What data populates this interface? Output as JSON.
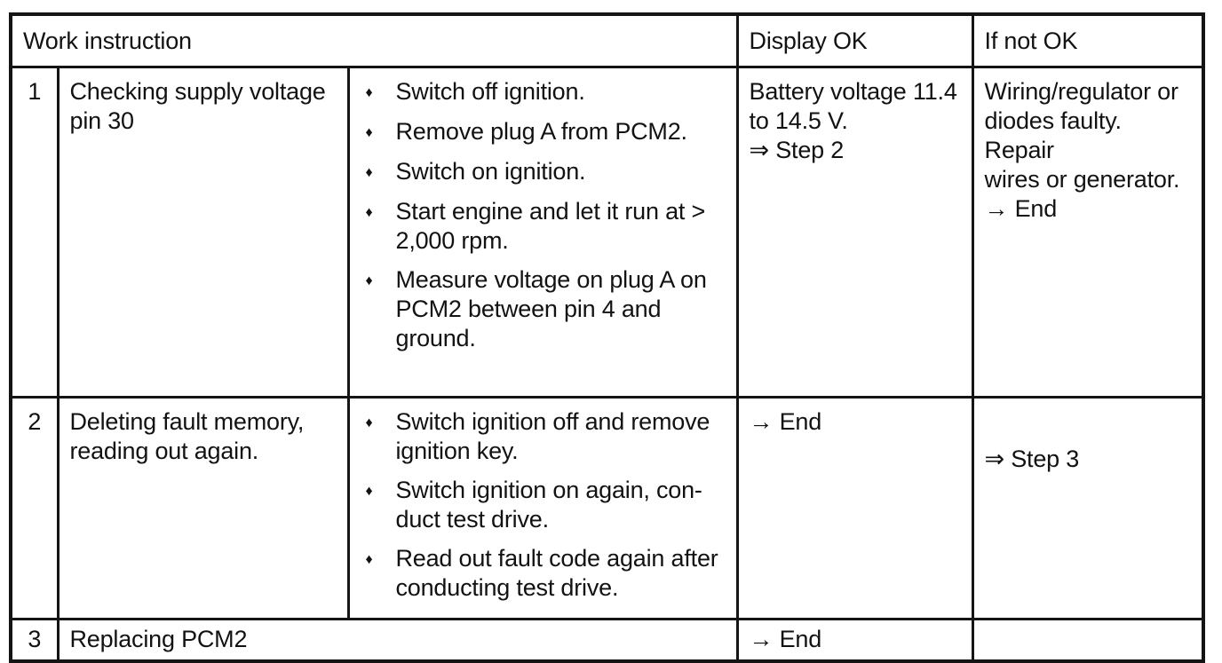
{
  "document": {
    "bullet_glyph": "♦",
    "headers": {
      "work_instruction": "Work instruction",
      "display_ok": "Display OK",
      "if_not_ok": "If not OK"
    },
    "rows": [
      {
        "num": "1",
        "title": "Checking supply voltage\npin 30",
        "steps": [
          "Switch off ignition.",
          "Remove plug A from PCM2.",
          "Switch on ignition.",
          "Start engine and let it run at >\n2,000 rpm.",
          "Measure voltage on plug A on\nPCM2 between pin 4 and\nground."
        ],
        "display_ok": "Battery voltage 11.4\nto 14.5 V.\n⇒ Step 2",
        "if_not_ok": "Wiring/regulator or\ndiodes faulty. Repair\nwires or generator.\n→ End"
      },
      {
        "num": "2",
        "title": "Deleting fault memory,\nreading out again.",
        "steps": [
          "Switch ignition off and remove\nignition key.",
          "Switch ignition on again, con-\nduct test drive.",
          "Read out fault code again after\nconducting test drive."
        ],
        "display_ok": "→ End",
        "if_not_ok": "⇒ Step 3"
      },
      {
        "num": "3",
        "title": "Replacing PCM2",
        "steps": [],
        "display_ok": "→ End",
        "if_not_ok": ""
      }
    ]
  }
}
